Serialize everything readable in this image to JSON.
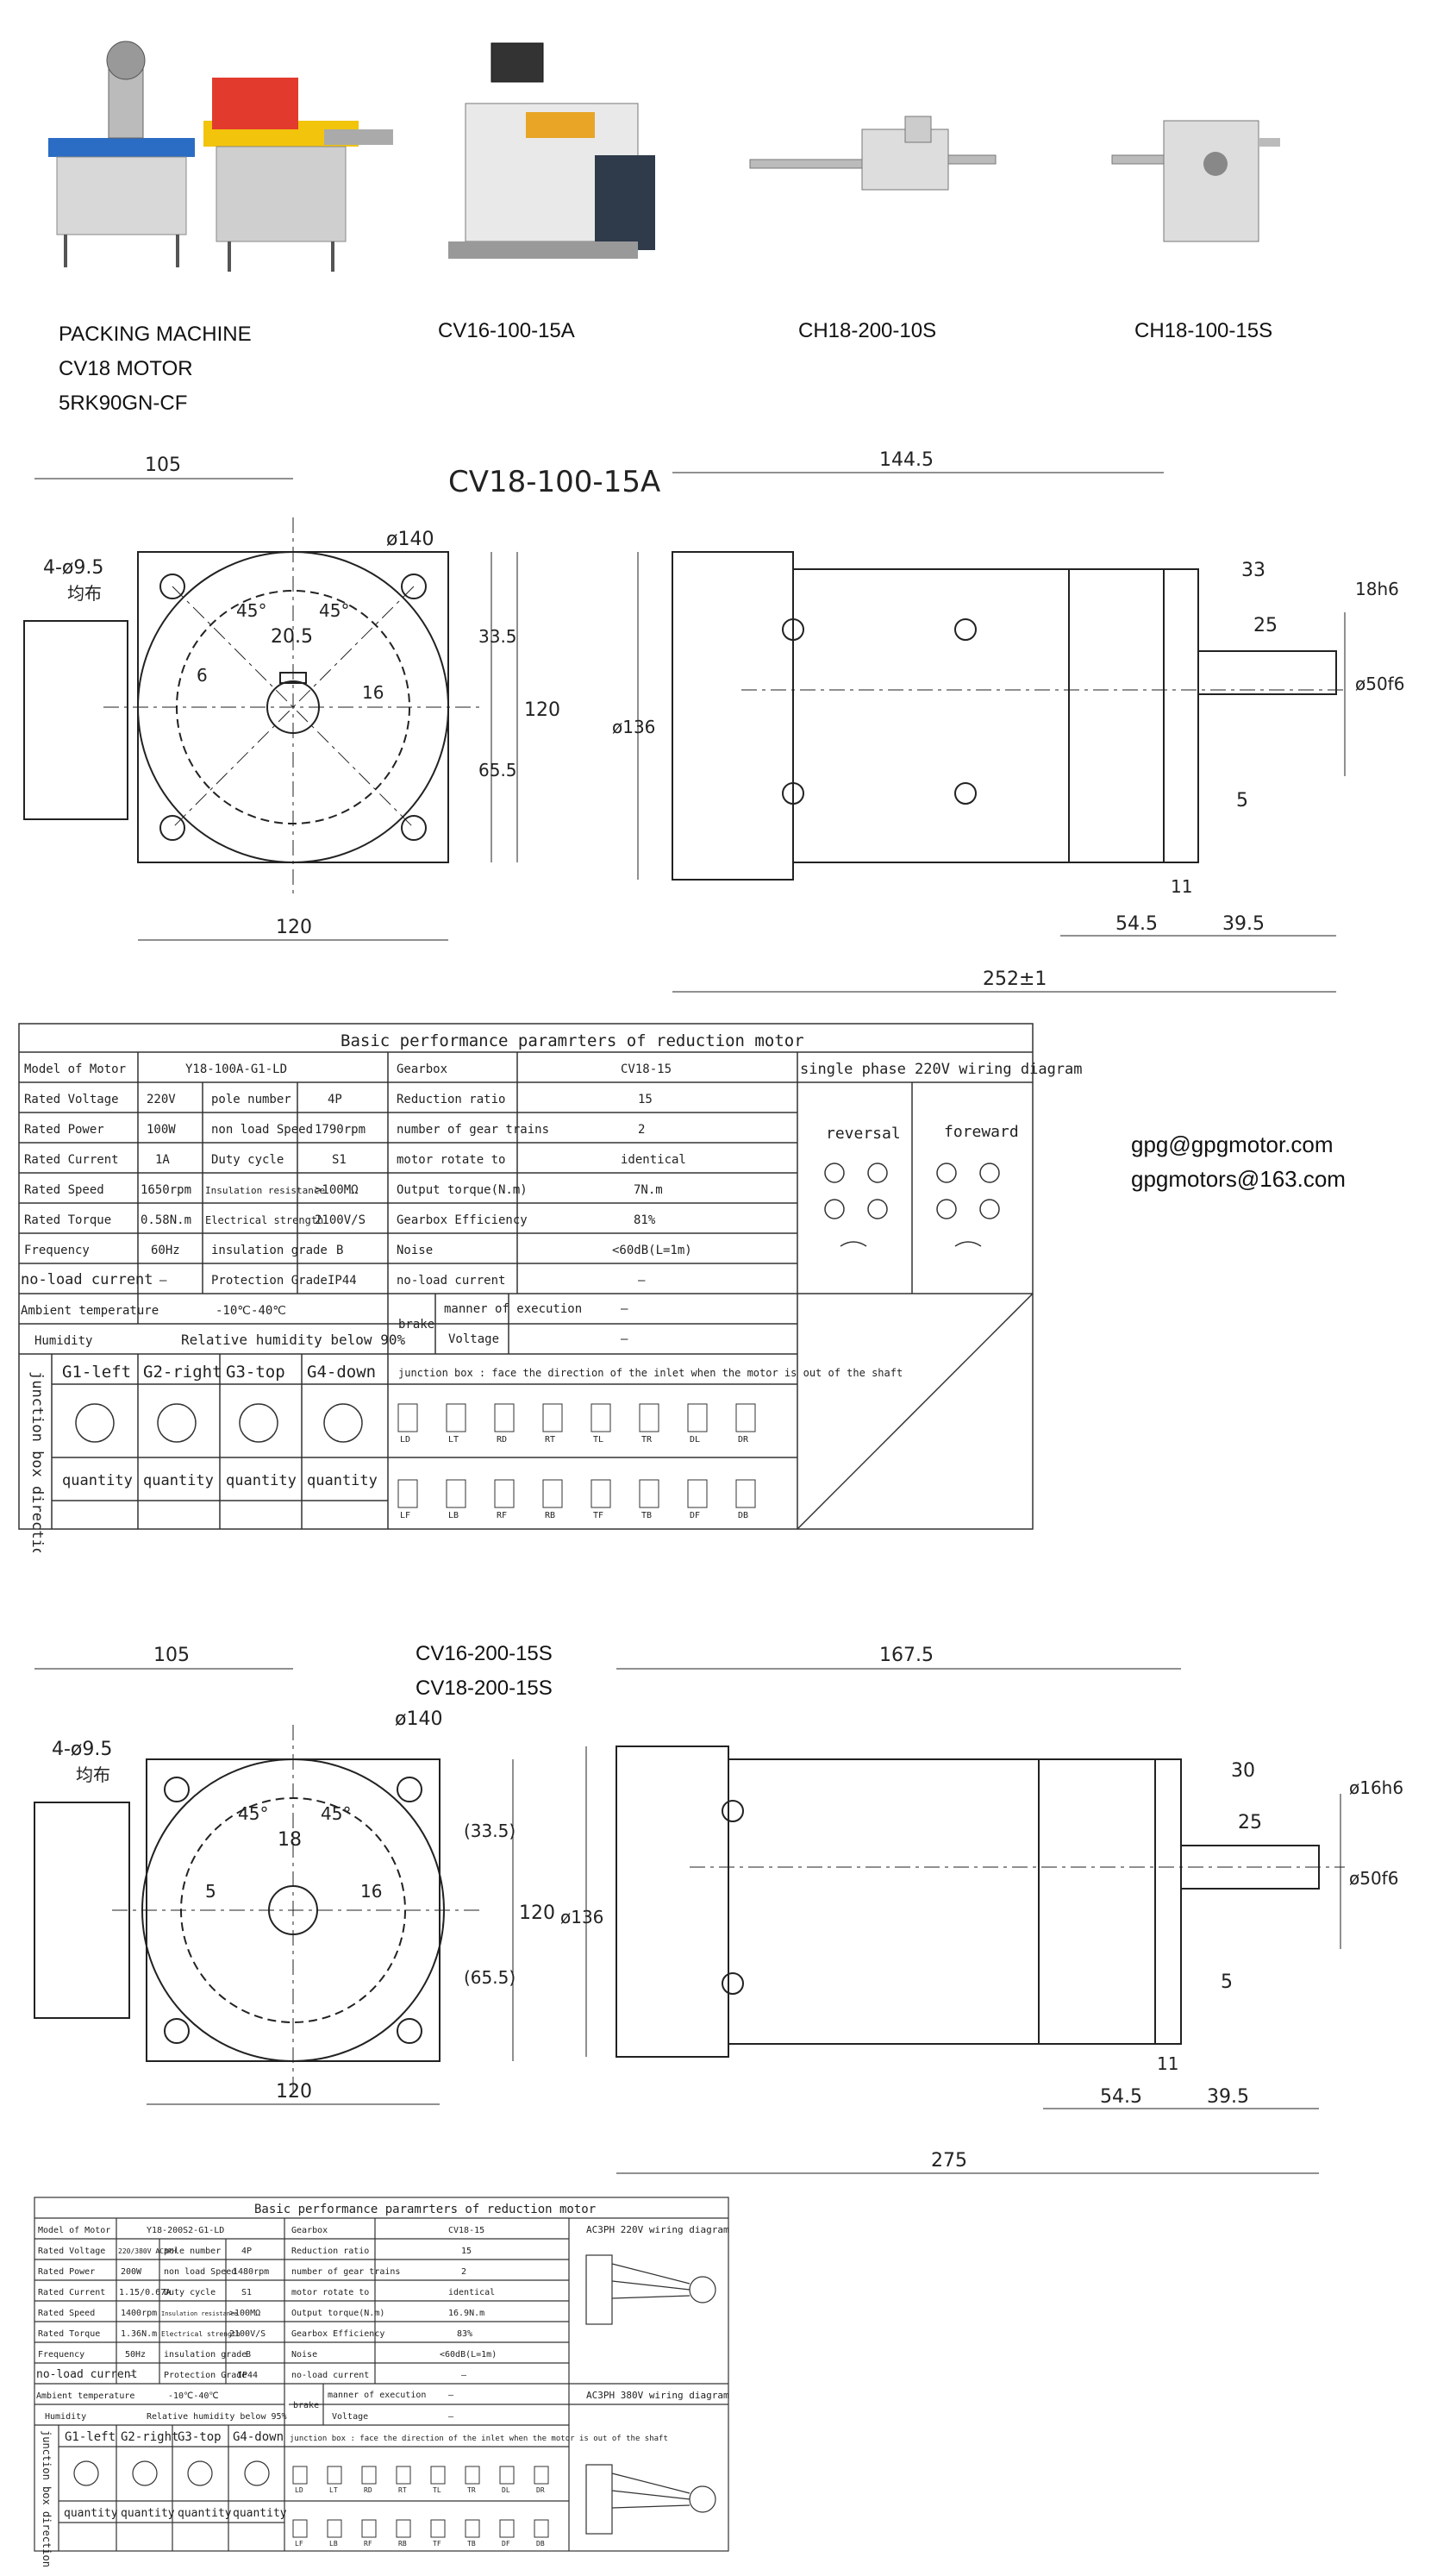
{
  "products": [
    {
      "label_lines": [
        "PACKING MACHINE",
        "CV18 MOTOR",
        "5RK90GN-CF"
      ]
    },
    {
      "label_lines": [
        "CV16-100-15A"
      ]
    },
    {
      "label_lines": [
        "CH18-200-10S"
      ]
    },
    {
      "label_lines": [
        "CH18-100-15S"
      ]
    }
  ],
  "drawing1": {
    "title": "CV18-100-15A",
    "front": {
      "d105": "105",
      "holes": "4-ø9.5",
      "hole_cn": "均布",
      "dia140": "ø140",
      "a45l": "45°",
      "a45r": "45°",
      "d20_5": "20.5",
      "d6": "6",
      "d16": "16",
      "d33_5": "33.5",
      "d65_5": "65.5",
      "d120v": "120",
      "d120h": "120"
    },
    "side": {
      "d144_5": "144.5",
      "d136": "ø136",
      "d33": "33",
      "d18h6": "18h6",
      "d25": "25",
      "d50f6": "ø50f6",
      "d5": "5",
      "d11": "11",
      "d54_5": "54.5",
      "d39_5": "39.5",
      "d252": "252±1"
    }
  },
  "table1": {
    "title": "Basic performance paramrters of reduction motor",
    "motor": [
      {
        "k1": "Model of Motor",
        "v1": "Y18-100A-G1-LD",
        "k2": "",
        "v2": ""
      },
      {
        "k1": "Rated Voltage",
        "v1": "220V",
        "k2": "pole number",
        "v2": "4P"
      },
      {
        "k1": "Rated Power",
        "v1": "100W",
        "k2": "non load Speed",
        "v2": "1790rpm"
      },
      {
        "k1": "Rated Current",
        "v1": "1A",
        "k2": "Duty cycle",
        "v2": "S1"
      },
      {
        "k1": "Rated Speed",
        "v1": "1650rpm",
        "k2": "Insulation resistance",
        "v2": ">100MΩ"
      },
      {
        "k1": "Rated Torque",
        "v1": "0.58N.m",
        "k2": "Electrical strength",
        "v2": "2100V/S"
      },
      {
        "k1": "Frequency",
        "v1": "60Hz",
        "k2": "insulation grade",
        "v2": "B"
      },
      {
        "k1": "no-load current",
        "v1": "—",
        "k2": "Protection Grade",
        "v2": "IP44"
      }
    ],
    "ambient_label": "Ambient temperature",
    "ambient": "-10℃-40℃",
    "humidity_label": "Humidity",
    "humidity": "Relative humidity below 90%",
    "gear": [
      {
        "k": "Gearbox",
        "v": "CV18-15"
      },
      {
        "k": "Reduction ratio",
        "v": "15"
      },
      {
        "k": "number of gear trains",
        "v": "2"
      },
      {
        "k": "motor rotate to",
        "v": "identical"
      },
      {
        "k": "Output torque(N.m)",
        "v": "7N.m"
      },
      {
        "k": "Gearbox Efficiency",
        "v": "81%"
      },
      {
        "k": "Noise",
        "v": "<60dB(L=1m)"
      },
      {
        "k": "no-load current",
        "v": "—"
      }
    ],
    "brake_label": "brake",
    "exec_label": "manner of execution",
    "exec": "—",
    "voltage_label": "Voltage",
    "voltage": "—",
    "wiring_title": "single phase 220V wiring diagram",
    "reversal": "reversal",
    "foreward": "foreward",
    "junction_label": "junction box direction",
    "g_heads": [
      "G1-left",
      "G2-right",
      "G3-top",
      "G4-down"
    ],
    "quantity": "quantity",
    "junction_note": "junction box : face the direction of the inlet when the motor is out of the shaft",
    "codes_top": [
      "LD",
      "LT",
      "RD",
      "RT",
      "TL",
      "TR",
      "DL",
      "DR"
    ],
    "codes_bot": [
      "LF",
      "LB",
      "RF",
      "RB",
      "TF",
      "TB",
      "DF",
      "DB"
    ]
  },
  "emails": [
    "gpg@gpgmotor.com",
    "gpgmotors@163.com"
  ],
  "drawing2": {
    "models": [
      "CV16-200-15S",
      "CV18-200-15S"
    ],
    "front": {
      "d105": "105",
      "holes": "4-ø9.5",
      "hole_cn": "均布",
      "dia140": "ø140",
      "a45l": "45°",
      "a45r": "45°",
      "d18": "18",
      "d5": "5",
      "d16": "16",
      "d33_5": "(33.5)",
      "d65_5": "(65.5)",
      "d120v": "120",
      "d120h": "120"
    },
    "side": {
      "d167_5": "167.5",
      "d136": "ø136",
      "d30": "30",
      "d16h6": "ø16h6",
      "d25": "25",
      "d50f6": "ø50f6",
      "d5": "5",
      "d11": "11",
      "d54_5": "54.5",
      "d39_5": "39.5",
      "d275": "275"
    }
  },
  "table2": {
    "title": "Basic performance paramrters of reduction motor",
    "motor": [
      {
        "k1": "Model of Motor",
        "v1": "Y18-200S2-G1-LD",
        "k2": "",
        "v2": ""
      },
      {
        "k1": "Rated Voltage",
        "v1": "220/380V AC3PH",
        "k2": "pole number",
        "v2": "4P"
      },
      {
        "k1": "Rated Power",
        "v1": "200W",
        "k2": "non load Speed",
        "v2": "1480rpm"
      },
      {
        "k1": "Rated Current",
        "v1": "1.15/0.67A",
        "k2": "Duty cycle",
        "v2": "S1"
      },
      {
        "k1": "Rated Speed",
        "v1": "1400rpm",
        "k2": "Insulation resistance",
        "v2": ">100MΩ"
      },
      {
        "k1": "Rated Torque",
        "v1": "1.36N.m",
        "k2": "Electrical strength",
        "v2": "2100V/S"
      },
      {
        "k1": "Frequency",
        "v1": "50Hz",
        "k2": "insulation grade",
        "v2": "B"
      },
      {
        "k1": "no-load current",
        "v1": "—",
        "k2": "Protection Grade",
        "v2": "IP44"
      }
    ],
    "ambient_label": "Ambient temperature",
    "ambient": "-10℃-40℃",
    "humidity_label": "Humidity",
    "humidity": "Relative humidity below 95%",
    "gear": [
      {
        "k": "Gearbox",
        "v": "CV18-15"
      },
      {
        "k": "Reduction ratio",
        "v": "15"
      },
      {
        "k": "number of gear trains",
        "v": "2"
      },
      {
        "k": "motor rotate to",
        "v": "identical"
      },
      {
        "k": "Output torque(N.m)",
        "v": "16.9N.m"
      },
      {
        "k": "Gearbox Efficiency",
        "v": "83%"
      },
      {
        "k": "Noise",
        "v": "<60dB(L=1m)"
      },
      {
        "k": "no-load current",
        "v": "—"
      }
    ],
    "brake_label": "brake",
    "exec_label": "manner of execution",
    "exec": "—",
    "voltage_label": "Voltage",
    "voltage": "—",
    "wiring_title_1": "AC3PH 220V wiring diagram",
    "wiring_title_2": "AC3PH 380V wiring diagram",
    "junction_label": "junction box direction",
    "g_heads": [
      "G1-left",
      "G2-right",
      "G3-top",
      "G4-down"
    ],
    "quantity": "quantity",
    "junction_note": "junction box : face the direction of the inlet when the motor is out of the shaft",
    "codes_top": [
      "LD",
      "LT",
      "RD",
      "RT",
      "TL",
      "TR",
      "DL",
      "DR"
    ],
    "codes_bot": [
      "LF",
      "LB",
      "RF",
      "RB",
      "TF",
      "TB",
      "DF",
      "DB"
    ]
  }
}
